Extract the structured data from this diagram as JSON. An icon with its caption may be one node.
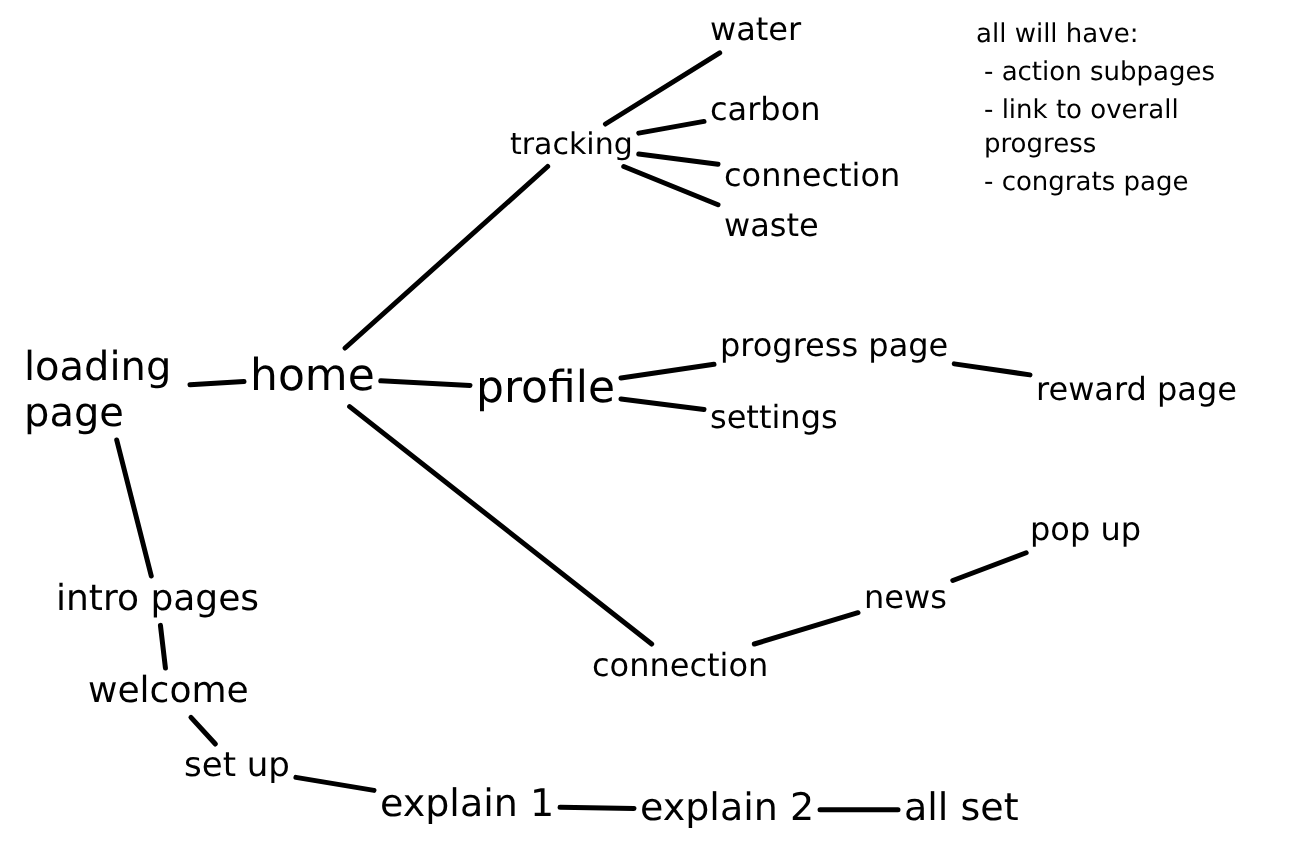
{
  "diagram": {
    "nodes": [
      {
        "text": [
          "loading page"
        ]
      },
      {
        "text": [
          "home"
        ]
      },
      {
        "text": [
          "tracking"
        ]
      },
      {
        "text": [
          "water"
        ]
      },
      {
        "text": [
          "carbon"
        ]
      },
      {
        "text": [
          "connection"
        ]
      },
      {
        "text": [
          "waste"
        ]
      },
      {
        "text": [
          "profile"
        ]
      },
      {
        "text": [
          "progress page"
        ]
      },
      {
        "text": [
          "settings"
        ]
      },
      {
        "text": [
          "reward page"
        ]
      },
      {
        "text": [
          "connection"
        ]
      },
      {
        "text": [
          "news"
        ]
      },
      {
        "text": [
          "pop up"
        ]
      },
      {
        "text": [
          "intro pages"
        ]
      },
      {
        "text": [
          "welcome"
        ]
      },
      {
        "text": [
          "set up"
        ]
      },
      {
        "text": [
          "explain 1"
        ]
      },
      {
        "text": [
          "explain 2"
        ]
      },
      {
        "text": [
          "all set"
        ]
      }
    ],
    "edges": [
      {
        "from": 0,
        "to": 1,
        "arrow": "none"
      },
      {
        "from": 0,
        "to": 14,
        "arrow": "none"
      },
      {
        "from": 1,
        "to": 2,
        "arrow": "none"
      },
      {
        "from": 1,
        "to": 7,
        "arrow": "none"
      },
      {
        "from": 1,
        "to": 11,
        "arrow": "none"
      },
      {
        "from": 2,
        "to": 3,
        "arrow": "none"
      },
      {
        "from": 2,
        "to": 4,
        "arrow": "none"
      },
      {
        "from": 2,
        "to": 5,
        "arrow": "none"
      },
      {
        "from": 2,
        "to": 6,
        "arrow": "none"
      },
      {
        "from": 7,
        "to": 8,
        "arrow": "none"
      },
      {
        "from": 7,
        "to": 9,
        "arrow": "none"
      },
      {
        "from": 8,
        "to": 10,
        "arrow": "none"
      },
      {
        "from": 11,
        "to": 12,
        "arrow": "none"
      },
      {
        "from": 12,
        "to": 13,
        "arrow": "none"
      },
      {
        "from": 14,
        "to": 15,
        "arrow": "none"
      },
      {
        "from": 15,
        "to": 16,
        "arrow": "none"
      },
      {
        "from": 16,
        "to": 17,
        "arrow": "none"
      },
      {
        "from": 17,
        "to": 18,
        "arrow": "none"
      },
      {
        "from": 18,
        "to": 19,
        "arrow": "none"
      }
    ],
    "labels": [
      "all will have:",
      "- action subpages",
      "- link to overall progress",
      "- congrats page"
    ]
  }
}
